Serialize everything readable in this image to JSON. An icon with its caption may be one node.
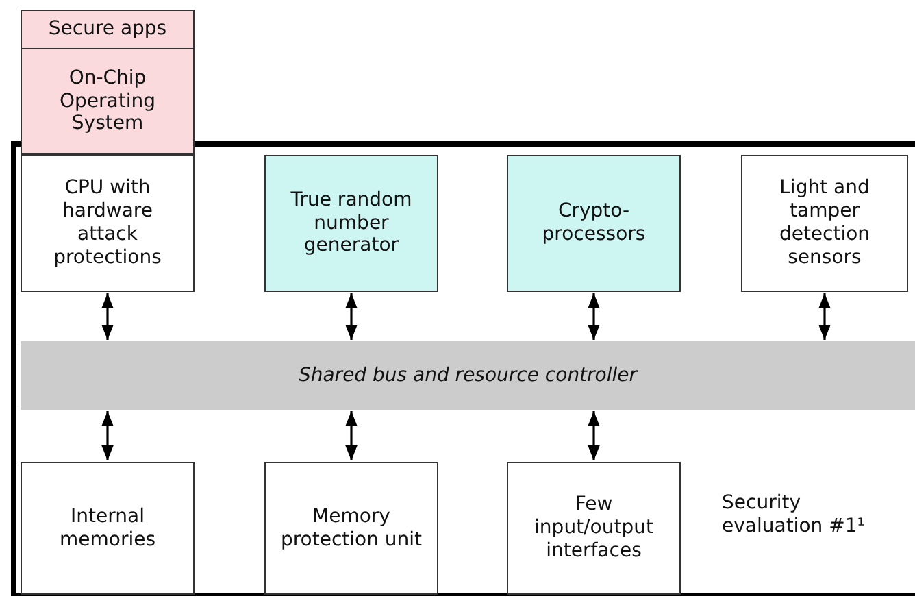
{
  "diagram": {
    "nodes": [
      {
        "text": [
          "Secure apps"
        ]
      },
      {
        "text": [
          "On-Chip Operating System"
        ]
      },
      {
        "text": [
          "Security evaluation #1¹"
        ]
      },
      {
        "text": [
          "CPU with hardware attack protections"
        ],
        "in": 2
      },
      {
        "text": [
          "True random number generator"
        ],
        "in": 2
      },
      {
        "text": [
          "Crypto-processors"
        ],
        "in": 2
      },
      {
        "text": [
          "Light and tamper detection sensors"
        ],
        "in": 2
      },
      {
        "text": [
          "Shared bus and resource controller"
        ],
        "in": 2
      },
      {
        "text": [
          "Internal memories"
        ],
        "in": 2
      },
      {
        "text": [
          "Memory protection unit"
        ],
        "in": 2
      },
      {
        "text": [
          "Few input/output interfaces"
        ],
        "in": 2
      }
    ],
    "edges": [
      {
        "from": 3,
        "to": 7,
        "arrow": "both"
      },
      {
        "from": 4,
        "to": 7,
        "arrow": "both"
      },
      {
        "from": 5,
        "to": 7,
        "arrow": "both"
      },
      {
        "from": 6,
        "to": 7,
        "arrow": "both"
      },
      {
        "from": 7,
        "to": 8,
        "arrow": "both"
      },
      {
        "from": 7,
        "to": 9,
        "arrow": "both"
      },
      {
        "from": 7,
        "to": 10,
        "arrow": "both"
      }
    ]
  }
}
